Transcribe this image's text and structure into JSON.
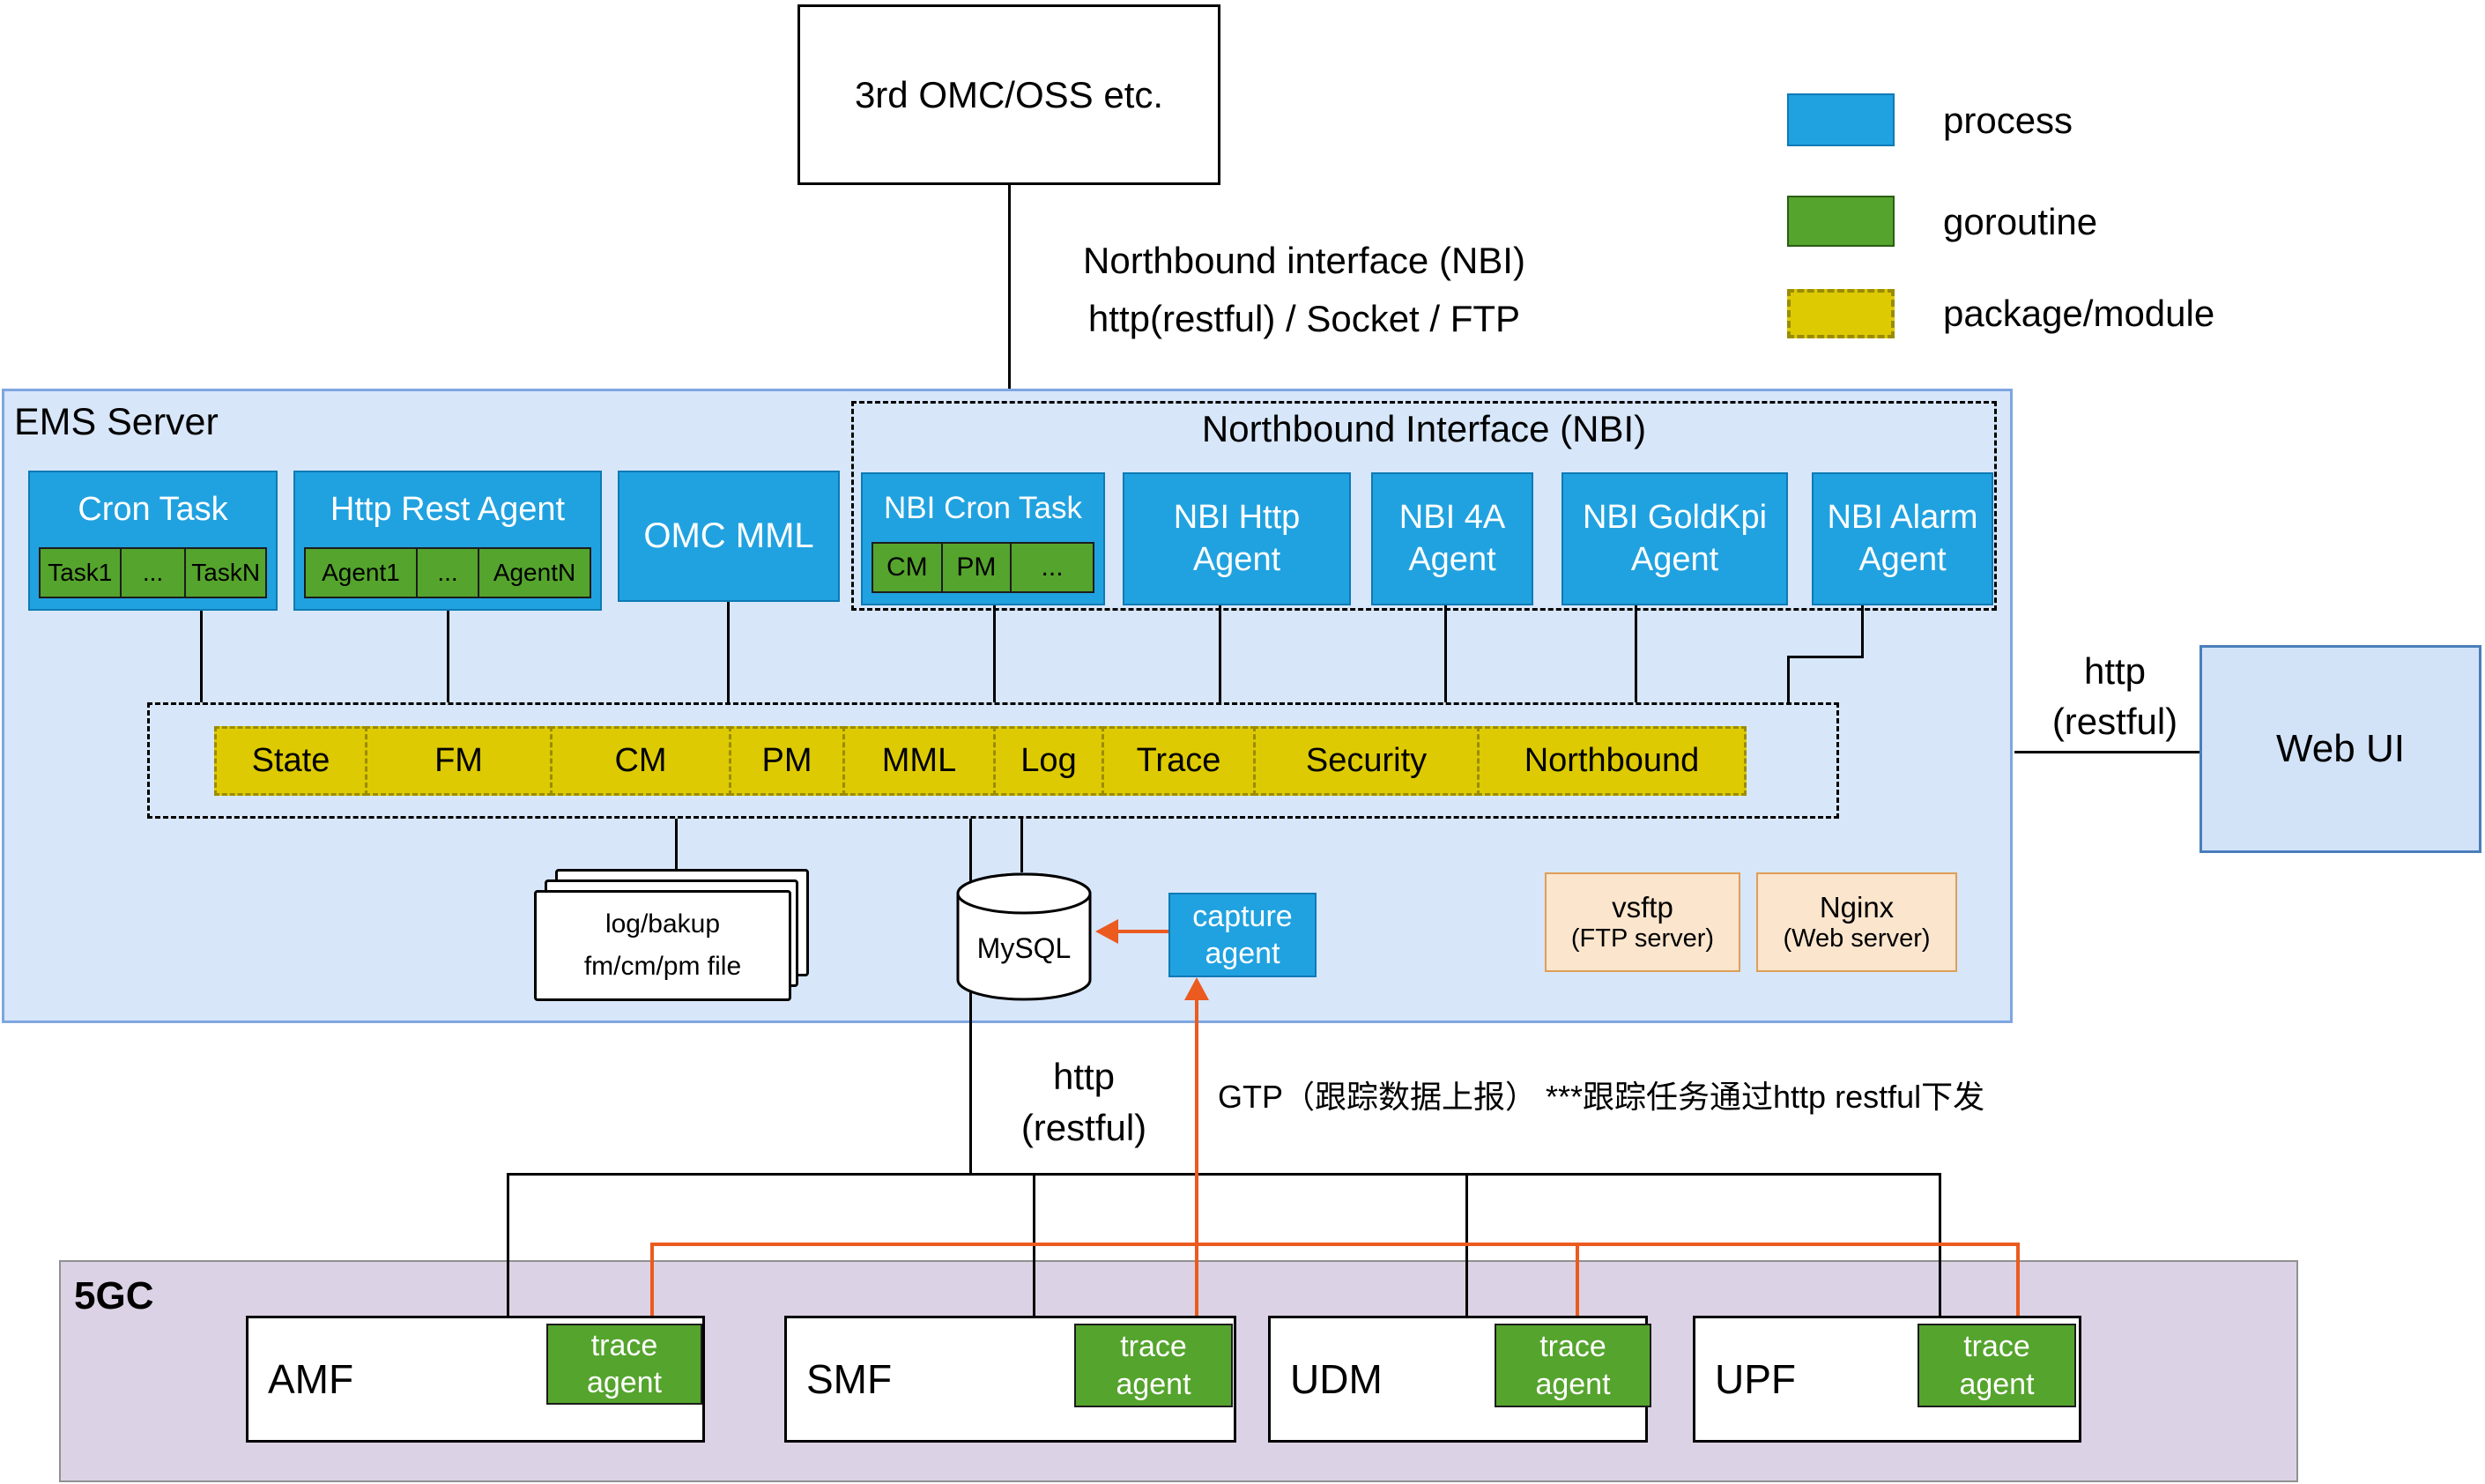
{
  "colors": {
    "process_blue": "#21a2e0",
    "goroutine_green": "#55a42d",
    "package_yellow": "#ddca02",
    "arrow_orange": "#eb5a1f",
    "ems_fill": "#d7e6f9",
    "core_fill": "#dcd2e5",
    "server_fill": "#fbe5cd",
    "webui_fill": "#d2e3f8"
  },
  "external": {
    "omc_oss": "3rd OMC/OSS etc.",
    "web_ui": "Web UI"
  },
  "legend": {
    "items": [
      {
        "label": "process"
      },
      {
        "label": "goroutine"
      },
      {
        "label": "package/module"
      }
    ]
  },
  "links": {
    "nbi_line1": "Northbound interface (NBI)",
    "nbi_line2": "http(restful) / Socket / FTP",
    "web_http_line1": "http",
    "web_http_line2": "(restful)",
    "core_http_line1": "http",
    "core_http_line2": "(restful)",
    "gtp_note": "GTP（跟踪数据上报） ***跟踪任务通过http restful下发"
  },
  "ems": {
    "title": "EMS Server",
    "cron_task": {
      "title": "Cron Task",
      "cells": [
        "Task1",
        "...",
        "TaskN"
      ]
    },
    "http_rest_agent": {
      "title": "Http Rest Agent",
      "cells": [
        "Agent1",
        "...",
        "AgentN"
      ]
    },
    "omc_mml": {
      "title": "OMC MML"
    },
    "nbi": {
      "title": "Northbound Interface (NBI)",
      "cron_task": {
        "title": "NBI Cron Task",
        "cells": [
          "CM",
          "PM",
          "..."
        ]
      },
      "agents": [
        {
          "line1": "NBI Http",
          "line2": "Agent"
        },
        {
          "line1": "NBI 4A",
          "line2": "Agent"
        },
        {
          "line1": "NBI GoldKpi",
          "line2": "Agent"
        },
        {
          "line1": "NBI Alarm",
          "line2": "Agent"
        }
      ]
    },
    "modules": [
      "State",
      "FM",
      "CM",
      "PM",
      "MML",
      "Log",
      "Trace",
      "Security",
      "Northbound"
    ],
    "files": {
      "line1": "log/bakup",
      "line2": "fm/cm/pm file"
    },
    "database": {
      "label": "MySQL"
    },
    "capture_agent": {
      "line1": "capture",
      "line2": "agent"
    },
    "servers": [
      {
        "line1": "vsftp",
        "line2": "(FTP server)"
      },
      {
        "line1": "Nginx",
        "line2": "(Web server)"
      }
    ]
  },
  "core": {
    "title": "5GC",
    "trace_agent": {
      "line1": "trace",
      "line2": "agent"
    },
    "nfs": [
      {
        "label": "AMF"
      },
      {
        "label": "SMF"
      },
      {
        "label": "UDM"
      },
      {
        "label": "UPF"
      }
    ]
  }
}
